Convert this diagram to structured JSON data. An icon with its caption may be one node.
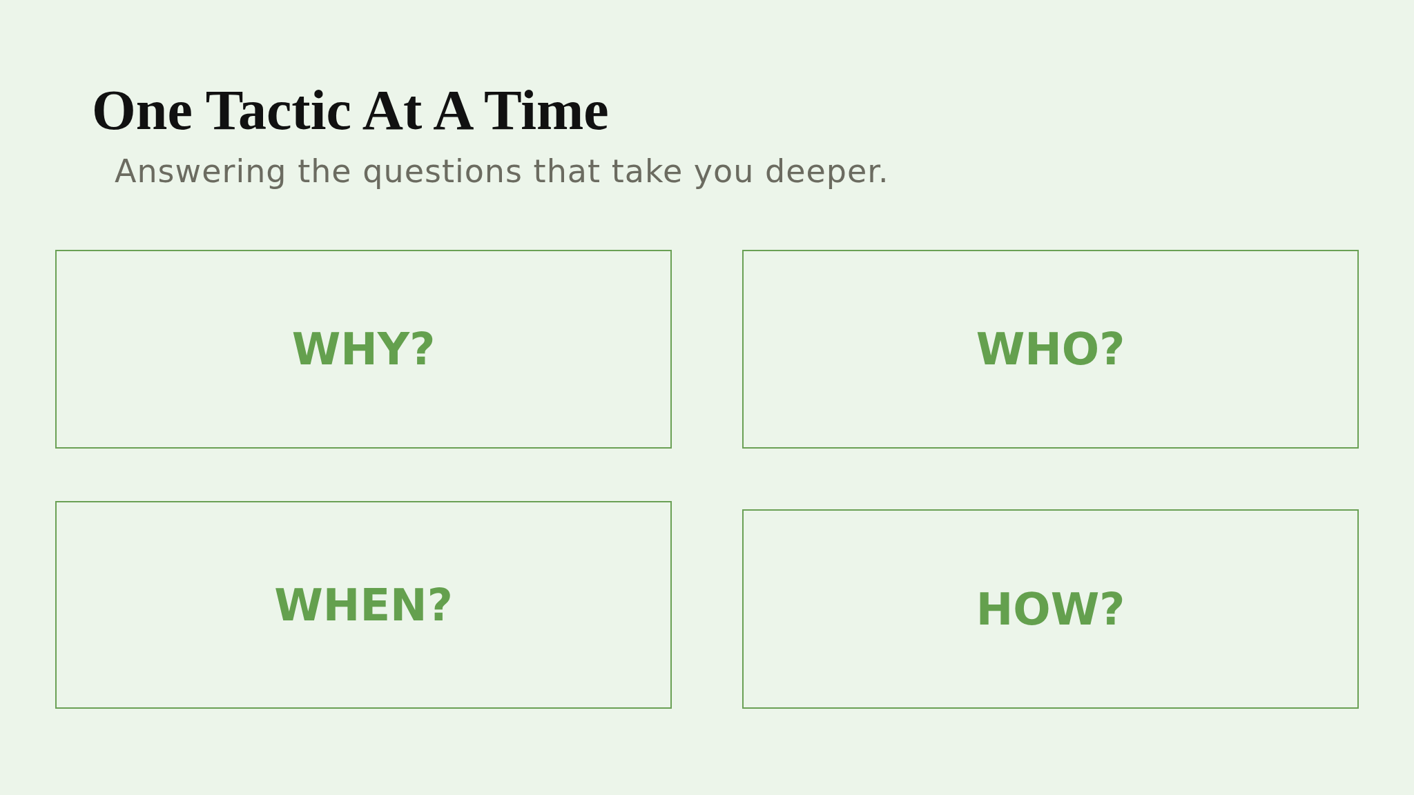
{
  "diagram": {
    "title": "One Tactic At A Time",
    "nodes": [
      {
        "text": [
          "WHY?"
        ]
      },
      {
        "text": [
          "WHO?"
        ]
      },
      {
        "text": [
          "WHEN?"
        ]
      },
      {
        "text": [
          "HOW?"
        ]
      }
    ],
    "labels": [
      "Answering the questions that take you deeper."
    ]
  }
}
